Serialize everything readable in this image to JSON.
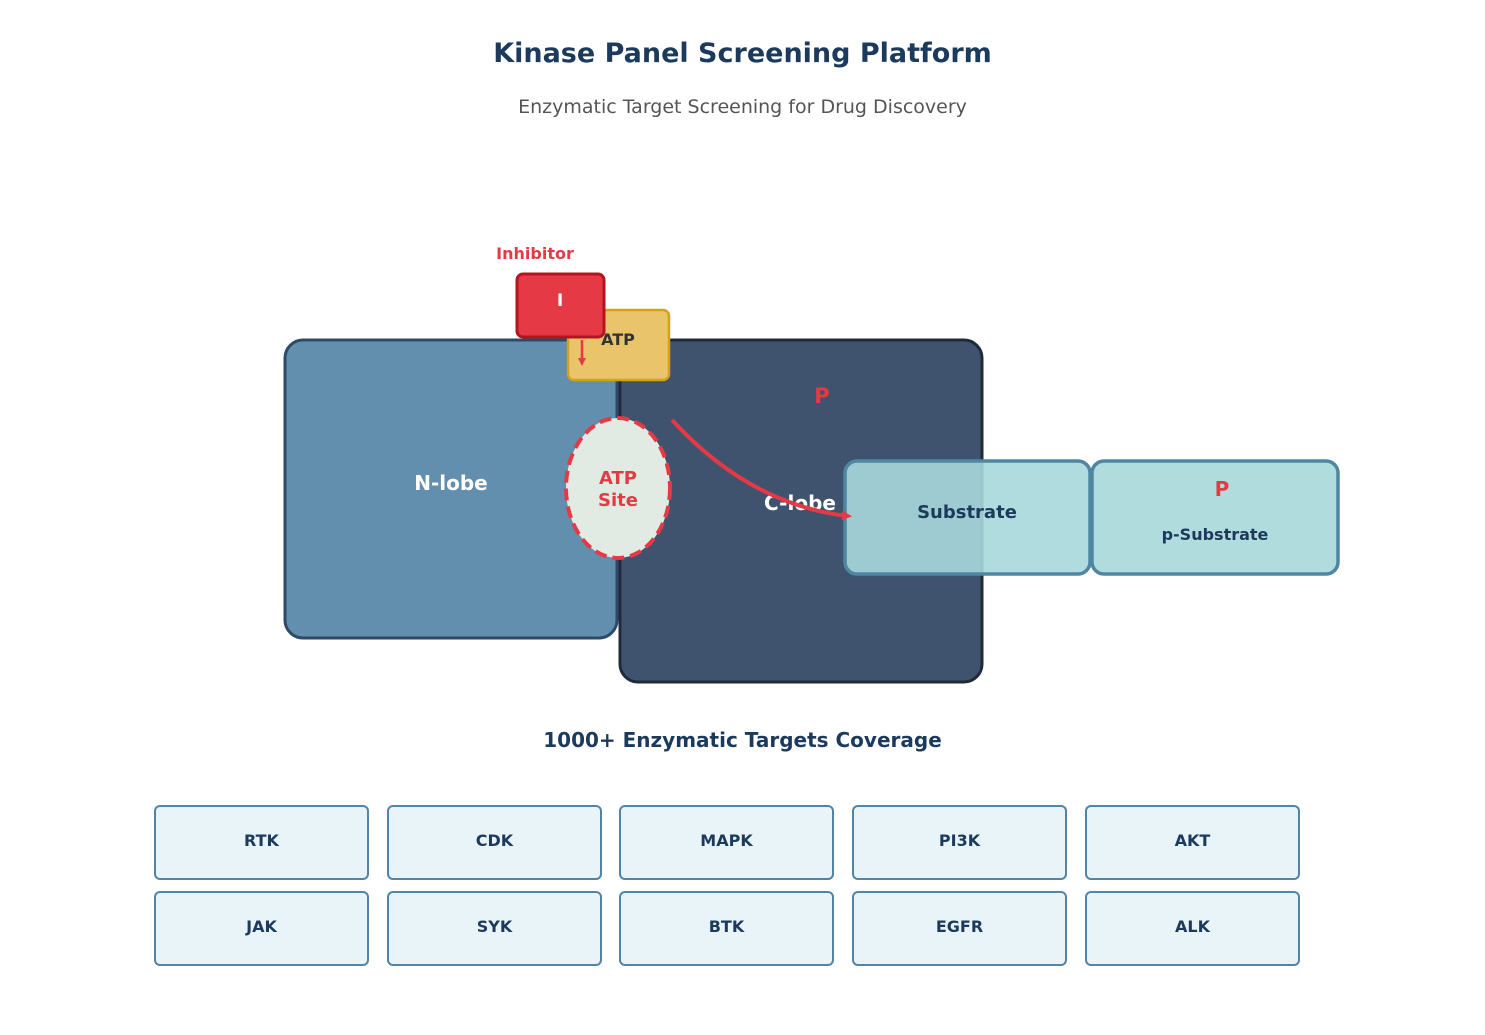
{
  "header": {
    "title": "Kinase Panel Screening Platform",
    "subtitle": "Enzymatic Target Screening for Drug Discovery"
  },
  "diagram": {
    "inhibitor_label": "Inhibitor",
    "inhibitor_symbol": "I",
    "atp_label": "ATP",
    "n_lobe_label": "N-lobe",
    "c_lobe_label": "C-lobe",
    "atp_site_line1": "ATP",
    "atp_site_line2": "Site",
    "phosphate_symbol": "P",
    "substrate_label": "Substrate",
    "product_phosphate_symbol": "P",
    "product_label": "p-Substrate",
    "colors": {
      "n_lobe": "#628fad",
      "c_lobe": "#40536e",
      "inhibitor": "#e63946",
      "atp": "#e9c46a",
      "substrate": "#a8d8db"
    }
  },
  "coverage": {
    "heading": "1000+ Enzymatic Targets Coverage",
    "families": [
      "RTK",
      "CDK",
      "MAPK",
      "PI3K",
      "AKT",
      "JAK",
      "SYK",
      "BTK",
      "EGFR",
      "ALK"
    ]
  }
}
